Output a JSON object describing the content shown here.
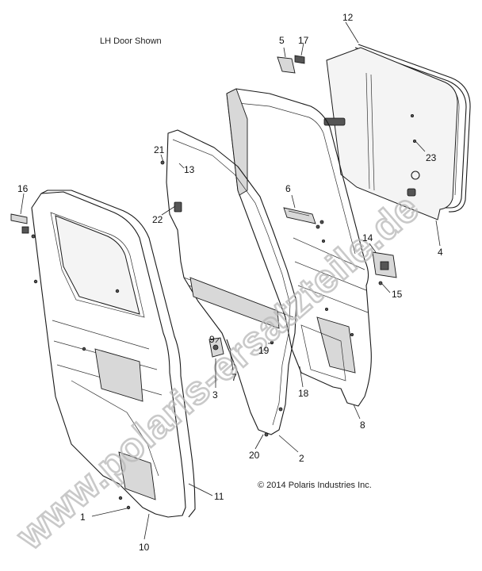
{
  "notes": {
    "view_label": "LH Door Shown",
    "copyright": "© 2014 Polaris Industries Inc."
  },
  "watermark": "www.polaris-ersatzteile.de",
  "callouts": [
    {
      "id": "c1",
      "text": "1"
    },
    {
      "id": "c2",
      "text": "2"
    },
    {
      "id": "c3",
      "text": "3"
    },
    {
      "id": "c4",
      "text": "4"
    },
    {
      "id": "c5",
      "text": "5"
    },
    {
      "id": "c6",
      "text": "6"
    },
    {
      "id": "c7",
      "text": "7"
    },
    {
      "id": "c8",
      "text": "8"
    },
    {
      "id": "c9",
      "text": "9"
    },
    {
      "id": "c10",
      "text": "10"
    },
    {
      "id": "c11",
      "text": "11"
    },
    {
      "id": "c12",
      "text": "12"
    },
    {
      "id": "c13",
      "text": "13"
    },
    {
      "id": "c14",
      "text": "14"
    },
    {
      "id": "c15",
      "text": "15"
    },
    {
      "id": "c16",
      "text": "16"
    },
    {
      "id": "c17",
      "text": "17"
    },
    {
      "id": "c18",
      "text": "18"
    },
    {
      "id": "c19",
      "text": "19"
    },
    {
      "id": "c20",
      "text": "20"
    },
    {
      "id": "c21",
      "text": "21"
    },
    {
      "id": "c22",
      "text": "22"
    },
    {
      "id": "c23",
      "text": "23"
    }
  ]
}
